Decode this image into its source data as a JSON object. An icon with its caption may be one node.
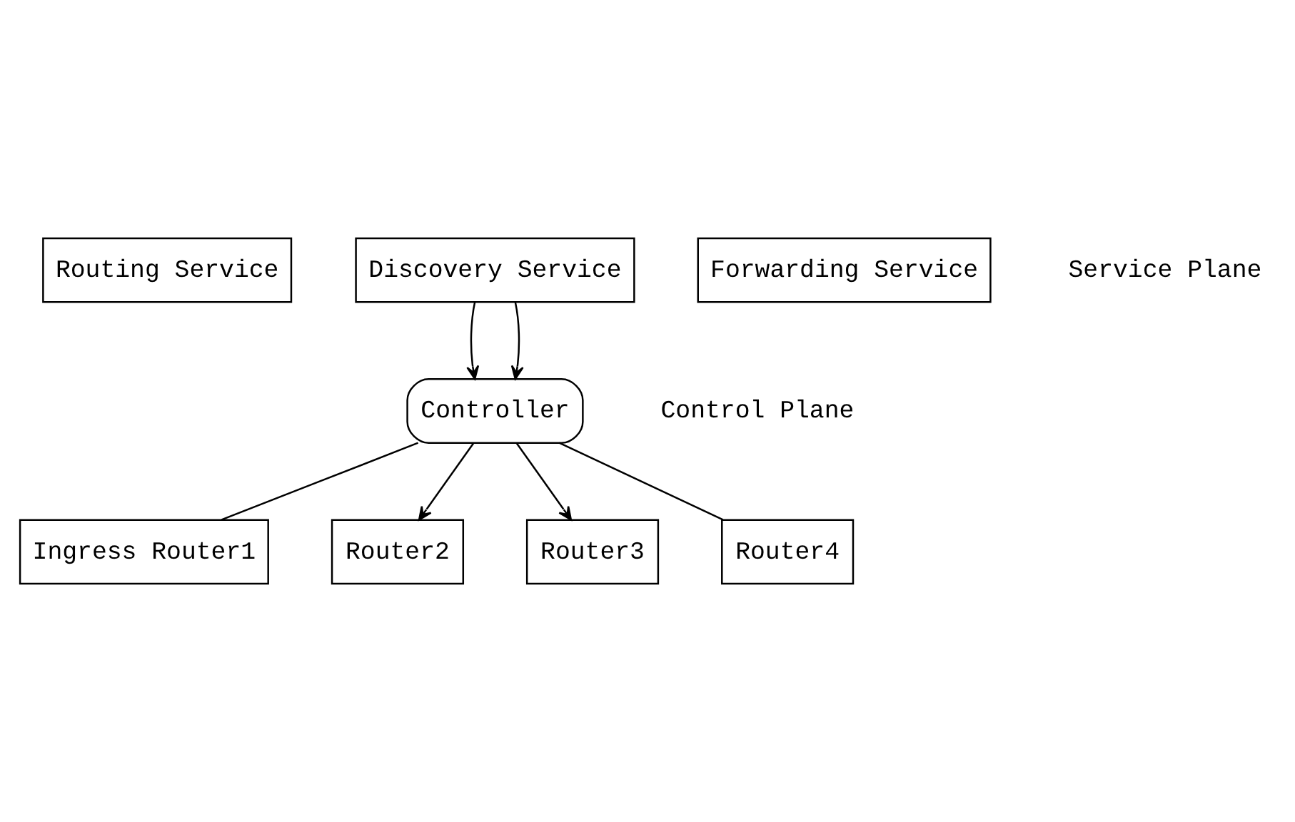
{
  "diagram": {
    "nodes": [
      {
        "text": [
          "Routing Service"
        ]
      },
      {
        "text": [
          "Discovery Service"
        ]
      },
      {
        "text": [
          "Forwarding Service"
        ]
      },
      {
        "text": [
          "Controller"
        ]
      },
      {
        "text": [
          "Ingress Router1"
        ]
      },
      {
        "text": [
          "Router2"
        ]
      },
      {
        "text": [
          "Router3"
        ]
      },
      {
        "text": [
          "Router4"
        ]
      }
    ],
    "edges": [
      {
        "from": 1,
        "to": 3,
        "arrow": "to"
      },
      {
        "from": 1,
        "to": 3,
        "arrow": "to"
      },
      {
        "from": 3,
        "to": 4,
        "arrow": "none"
      },
      {
        "from": 3,
        "to": 5,
        "arrow": "to"
      },
      {
        "from": 3,
        "to": 6,
        "arrow": "to"
      },
      {
        "from": 3,
        "to": 7,
        "arrow": "none"
      }
    ],
    "labels": [
      "Service Plane",
      "Control Plane"
    ]
  }
}
